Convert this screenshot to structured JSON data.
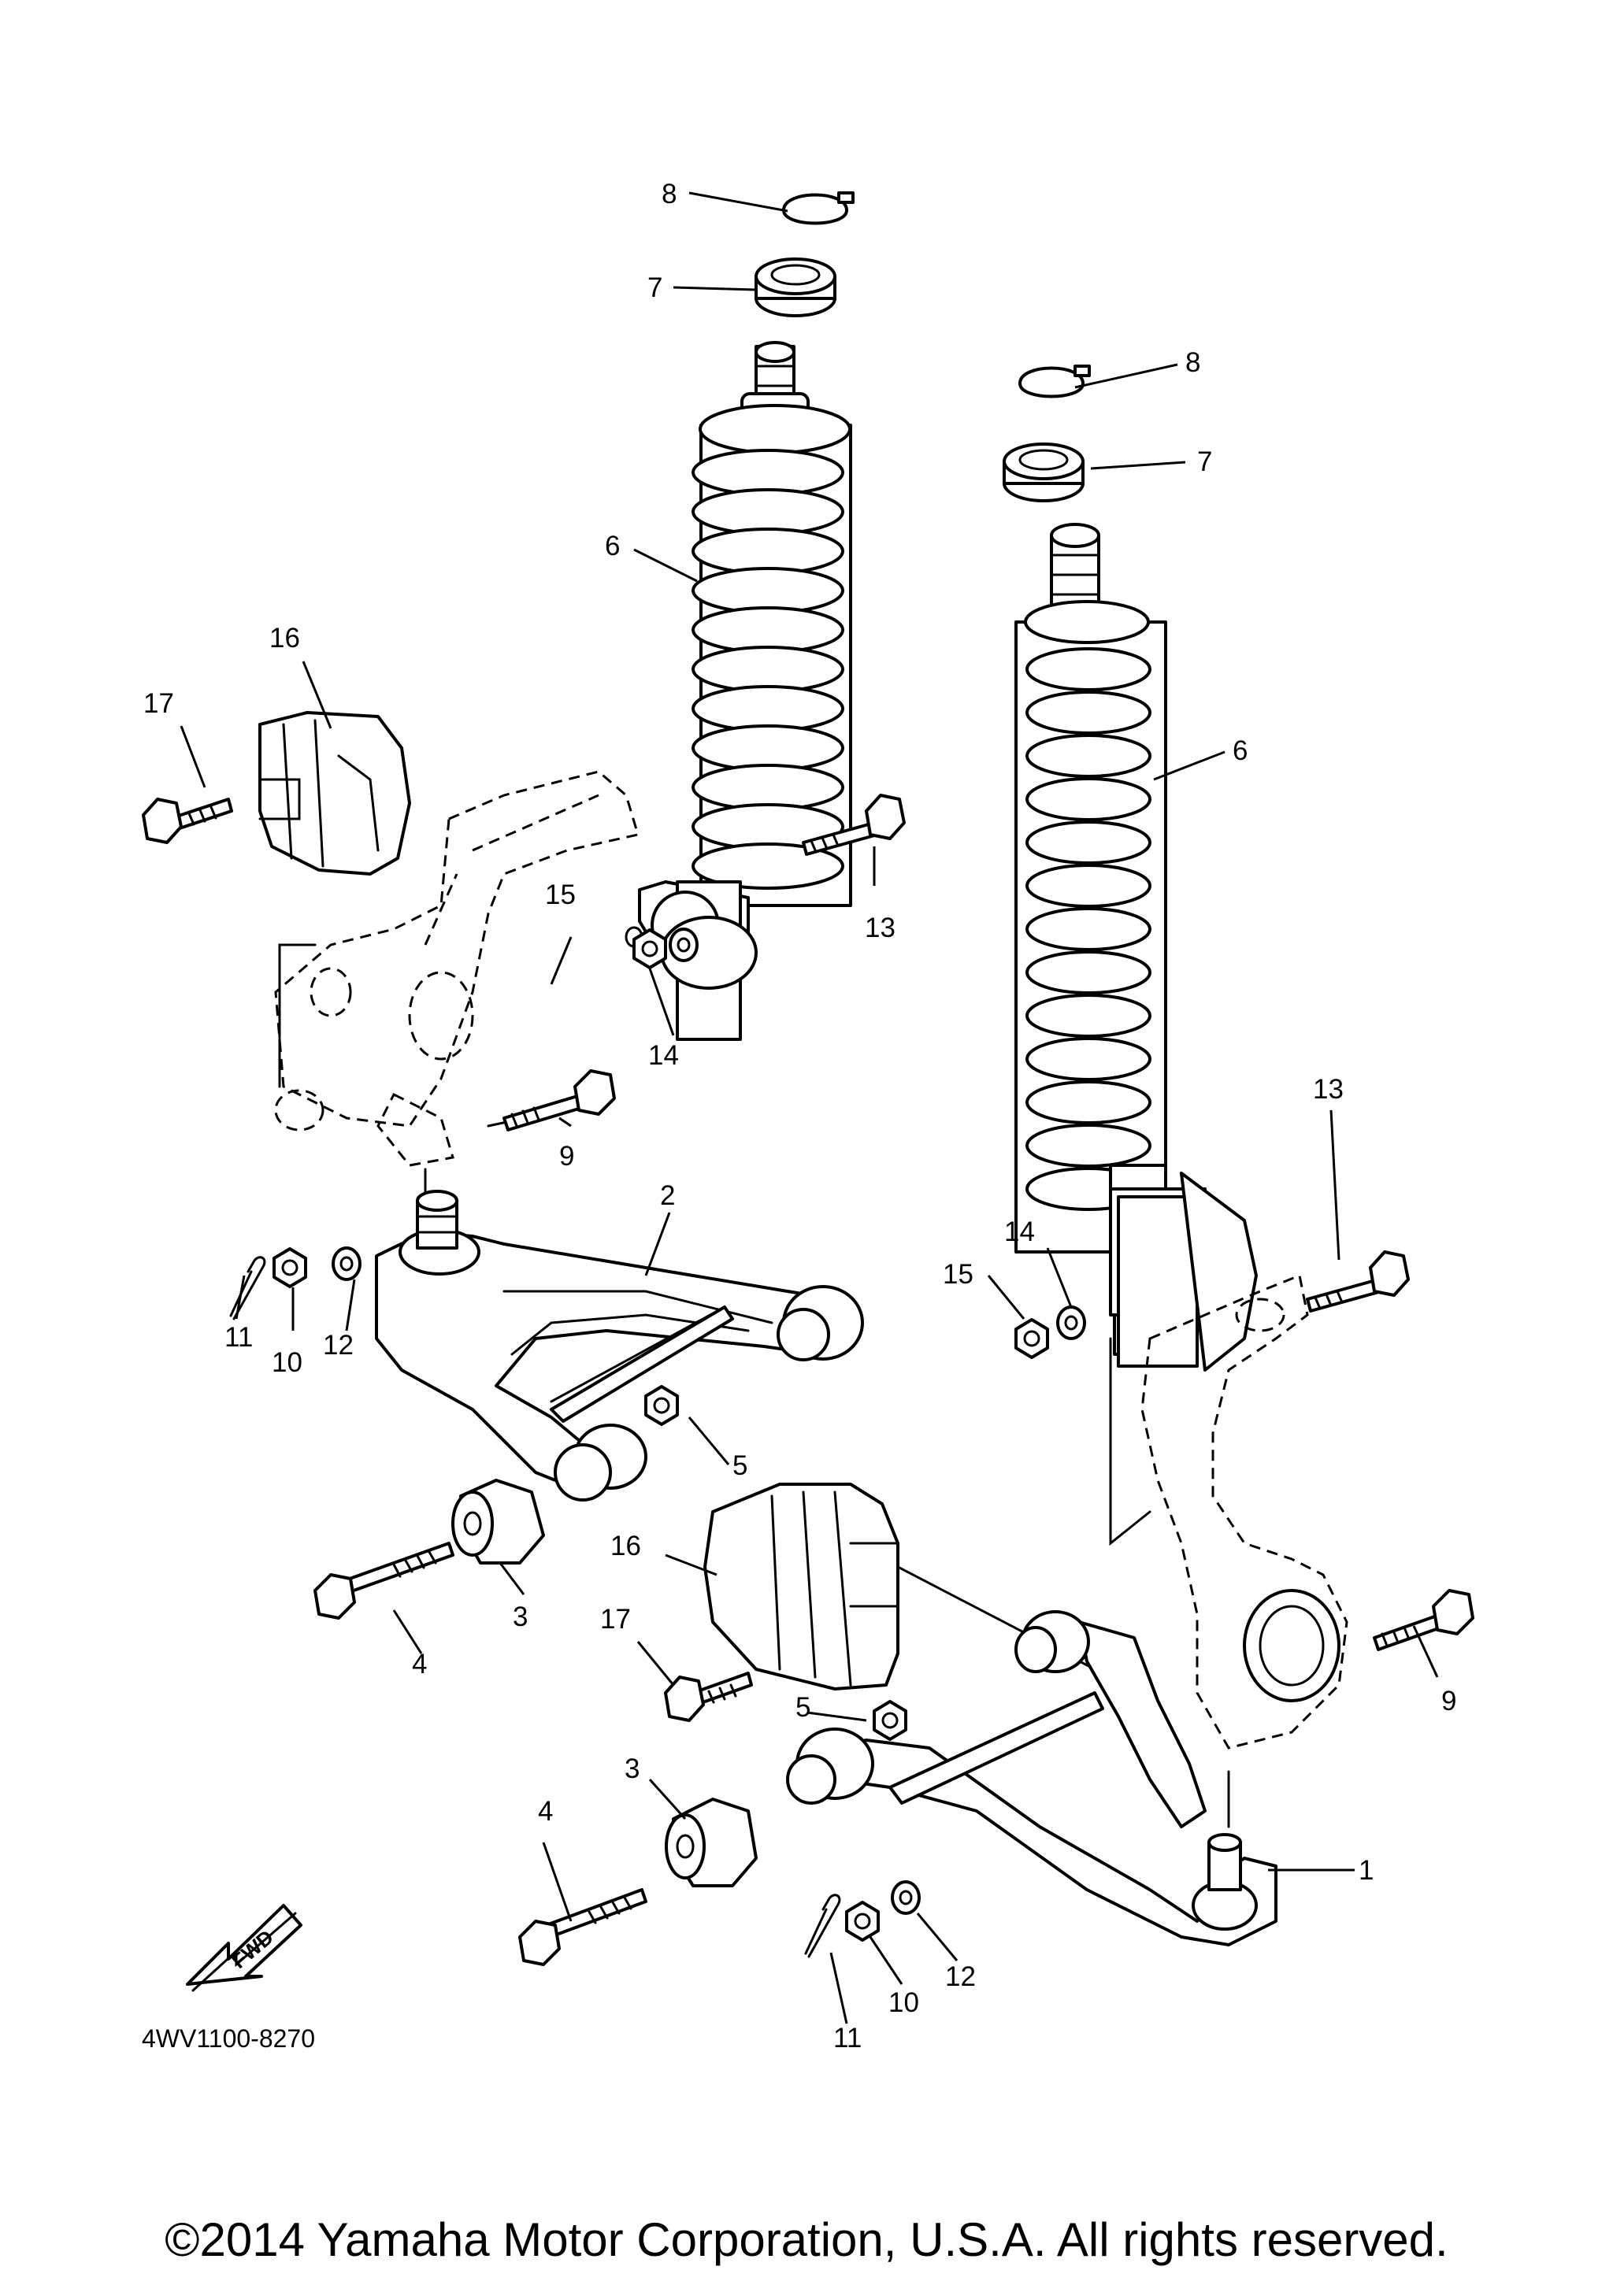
{
  "callouts": [
    "1",
    "2",
    "3",
    "4",
    "5",
    "6",
    "7",
    "8",
    "9",
    "10",
    "11",
    "12",
    "13",
    "14",
    "15",
    "16",
    "17"
  ],
  "fwd_label": "FWD",
  "drawing_code": "4WV1100-8270",
  "copyright": "©2014 Yamaha Motor Corporation, U.S.A. All rights reserved."
}
